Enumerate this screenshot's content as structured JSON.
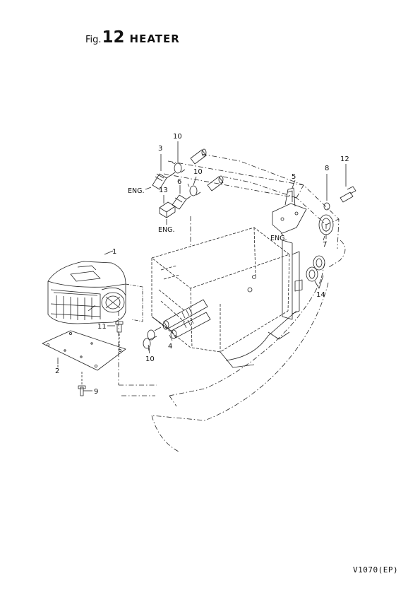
{
  "figure": {
    "prefix": "Fig.",
    "number": "12",
    "name": "HEATER"
  },
  "callouts": [
    "1",
    "2",
    "3",
    "4",
    "5",
    "6",
    "7",
    "8",
    "9",
    "10",
    "10",
    "10",
    "11",
    "12",
    "13",
    "14"
  ],
  "engine_labels": [
    "ENG.",
    "ENG.",
    "ENG."
  ],
  "model_code": "V1070(EP)"
}
